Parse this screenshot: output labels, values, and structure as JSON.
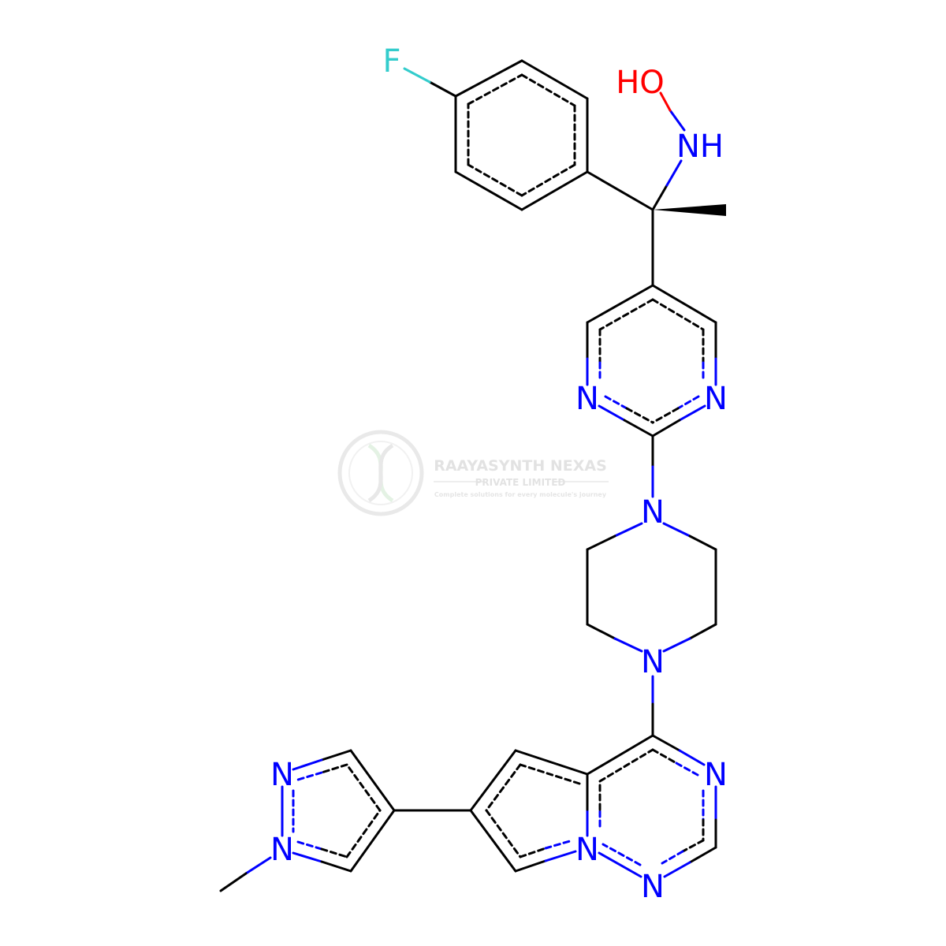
{
  "atoms": {
    "fluorine": "F",
    "hydroxyl": "HO",
    "amine_nh": "NH",
    "pyrimidine_n_left": "N",
    "pyrimidine_n_right": "N",
    "piperazine_n_top": "N",
    "piperazine_n_bottom": "N",
    "triazine_n_top": "N",
    "triazine_n_bottom": "N",
    "bridgehead_n": "N",
    "pyrazole_n_top": "N",
    "pyrazole_n_methyl": "N"
  },
  "watermark": {
    "company": "RAAYASYNTH NEXAS",
    "subtitle": "PRIVATE LIMITED",
    "tagline": "Complete solutions for every molecule's journey"
  },
  "colors": {
    "bond": "#000000",
    "nitrogen": "#0000ff",
    "oxygen": "#ff0000",
    "fluorine": "#33cccc",
    "watermark": "#cccccc"
  }
}
